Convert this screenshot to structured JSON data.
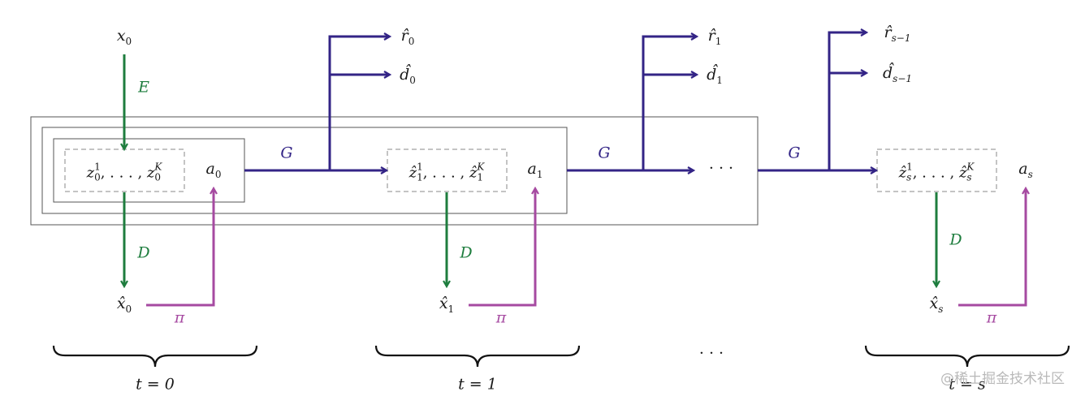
{
  "nodes": {
    "x0": {
      "base": "x",
      "sub": "0"
    },
    "xhat0": {
      "base": "x̂",
      "sub": "0"
    },
    "xhat1": {
      "base": "x̂",
      "sub": "1"
    },
    "xhats": {
      "base": "x̂",
      "sub": "s"
    },
    "rhat0": {
      "base": "r̂",
      "sub": "0"
    },
    "dhat0": {
      "base": "d̂",
      "sub": "0"
    },
    "rhat1": {
      "base": "r̂",
      "sub": "1"
    },
    "dhat1": {
      "base": "d̂",
      "sub": "1"
    },
    "rhats": {
      "base": "r̂",
      "sub": "s−1"
    },
    "dhats": {
      "base": "d̂",
      "sub": "s−1"
    },
    "a0": {
      "base": "a",
      "sub": "0"
    },
    "a1": {
      "base": "a",
      "sub": "1"
    },
    "as": {
      "base": "a",
      "sub": "s"
    },
    "z0": {
      "open": "z",
      "sub": "0",
      "sup": "1",
      "mid": ", . . . , ",
      "close": "z",
      "sub2": "0",
      "sup2": "K"
    },
    "z1": {
      "open": "ẑ",
      "sub": "1",
      "sup": "1",
      "mid": ", . . . , ",
      "close": "ẑ",
      "sub2": "1",
      "sup2": "K"
    },
    "zs": {
      "open": "ẑ",
      "sub": "s",
      "sup": "1",
      "mid": ", . . . , ",
      "close": "ẑ",
      "sub2": "s",
      "sup2": "K"
    }
  },
  "edge_labels": {
    "encoder": "E",
    "decoder": "D",
    "dynamics": "G",
    "policy": "π"
  },
  "ellipsis": "· · ·",
  "timesteps": [
    "t = 0",
    "t = 1",
    "t = s"
  ],
  "watermark": "@稀土掘金技术社区",
  "colors": {
    "encoder_decoder": "#1e7d3e",
    "dynamics": "#332486",
    "policy": "#a64aa1",
    "box": "#555555"
  }
}
